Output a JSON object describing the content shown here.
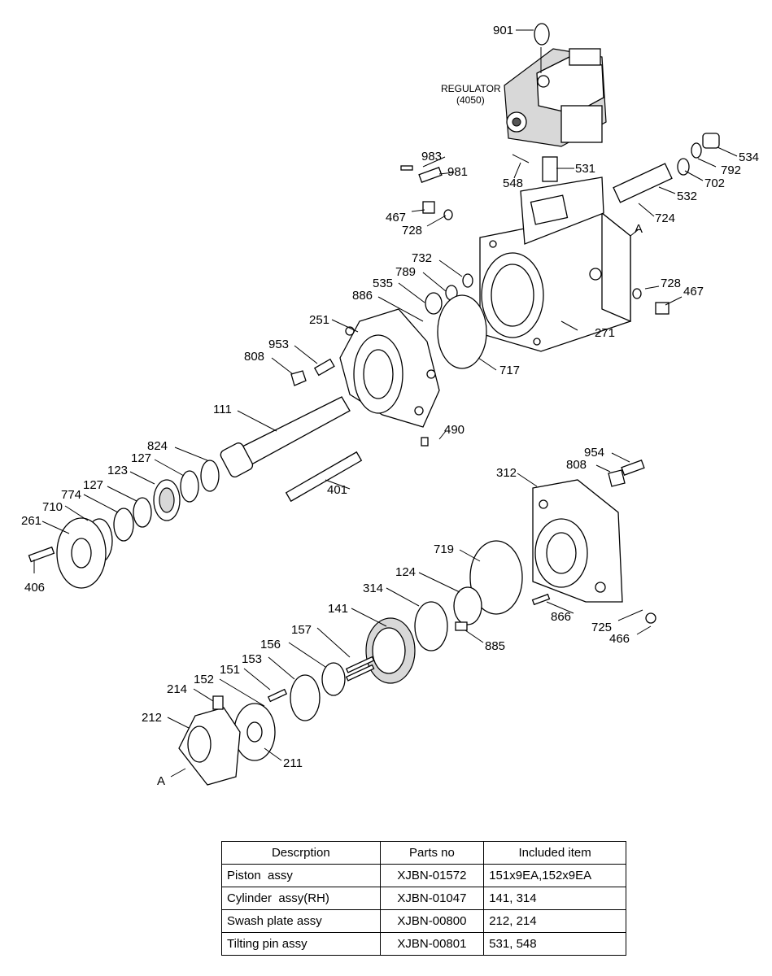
{
  "diagram": {
    "regulator_label": "REGULATOR",
    "regulator_code": "(4050)",
    "callouts": [
      "901",
      "983",
      "981",
      "548",
      "531",
      "534",
      "792",
      "702",
      "532",
      "724",
      "467",
      "728",
      "A",
      "732",
      "789",
      "535",
      "886",
      "251",
      "728",
      "467",
      "271",
      "953",
      "808",
      "717",
      "111",
      "490",
      "824",
      "127",
      "123",
      "127",
      "774",
      "710",
      "261",
      "401",
      "954",
      "808",
      "312",
      "406",
      "719",
      "124",
      "314",
      "141",
      "866",
      "725",
      "466",
      "157",
      "885",
      "156",
      "153",
      "151",
      "152",
      "214",
      "212",
      "211",
      "A"
    ]
  },
  "table": {
    "headers": [
      "Descrption",
      "Parts no",
      "Included item"
    ],
    "rows": [
      [
        "Piston  assy",
        "XJBN-01572",
        "151x9EA,152x9EA"
      ],
      [
        "Cylinder  assy(RH)",
        "XJBN-01047",
        "141, 314"
      ],
      [
        "Swash plate assy",
        "XJBN-00800",
        "212, 214"
      ],
      [
        "Tilting pin assy",
        "XJBN-00801",
        "531, 548"
      ]
    ]
  }
}
